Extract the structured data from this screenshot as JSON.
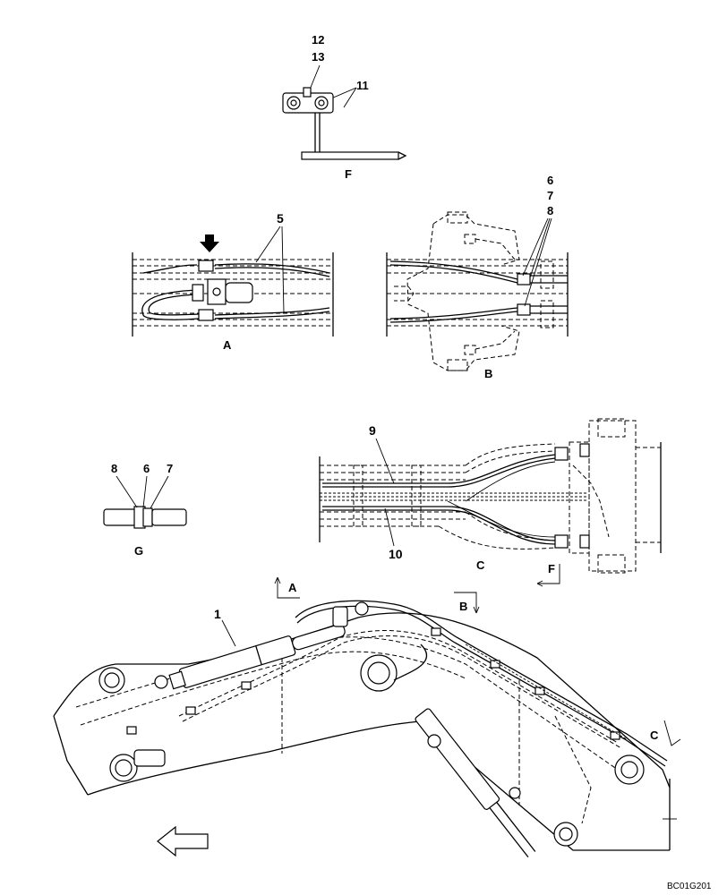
{
  "views": {
    "F": {
      "name": "F",
      "labels": [
        "12",
        "13",
        "11"
      ]
    },
    "A": {
      "name": "A",
      "labels": [
        "5"
      ]
    },
    "B": {
      "name": "B",
      "labels": [
        "6",
        "7",
        "8"
      ]
    },
    "G": {
      "name": "G",
      "labels": [
        "8",
        "6",
        "7"
      ]
    },
    "C": {
      "name": "C",
      "labels": [
        "9",
        "10"
      ]
    }
  },
  "main_view": {
    "callouts": [
      "1"
    ],
    "section_marks": [
      "A",
      "B",
      "C",
      "F"
    ]
  },
  "drawing_code": "BC01G201",
  "icons": [
    "front-direction-arrow-icon",
    "down-arrow-indicator-icon"
  ]
}
